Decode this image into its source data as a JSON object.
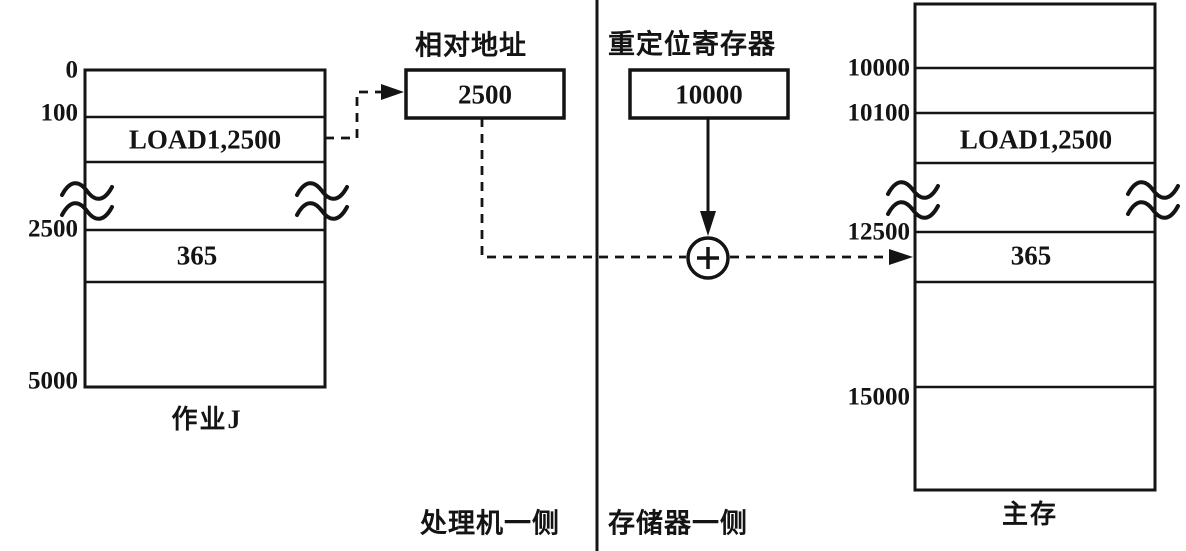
{
  "colors": {
    "ink": "#141414",
    "background": "#ffffff"
  },
  "job_block": {
    "caption": "作业J",
    "addresses": [
      "0",
      "100",
      "2500",
      "5000"
    ],
    "instruction": "LOAD1,2500",
    "data_value": "365"
  },
  "relative_address": {
    "label": "相对地址",
    "value": "2500"
  },
  "relocation_register": {
    "label": "重定位寄存器",
    "value": "10000"
  },
  "adder": {
    "symbol": "+"
  },
  "memory_block": {
    "caption": "主存",
    "addresses": [
      "10000",
      "10100",
      "12500",
      "15000"
    ],
    "instruction": "LOAD1,2500",
    "data_value": "365"
  },
  "footer": {
    "processor_side": "处理机一侧",
    "memory_side": "存储器一侧"
  }
}
